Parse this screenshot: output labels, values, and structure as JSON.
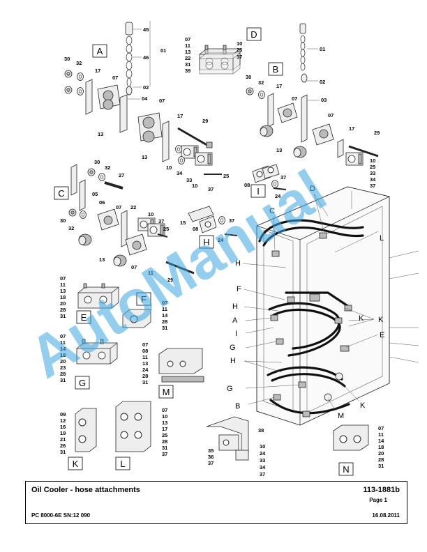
{
  "document": {
    "title": "Oil Cooler - hose attachments",
    "doc_number": "113-1881b",
    "page": "Page 1",
    "model": "PC 8000-6E SN:12 090",
    "date": "16.08.2011"
  },
  "watermark": "AutoManual",
  "groups": {
    "A": {
      "label": "A",
      "parts": [
        "45",
        "01",
        "46",
        "30",
        "32",
        "17",
        "07",
        "02",
        "04",
        "13",
        "07"
      ]
    },
    "B": {
      "label": "B",
      "parts": [
        "01",
        "02",
        "30",
        "32",
        "17",
        "07",
        "03",
        "13",
        "07",
        "17",
        "29",
        "10",
        "25",
        "33",
        "34",
        "37"
      ]
    },
    "C": {
      "label": "C",
      "parts": [
        "30",
        "32",
        "27",
        "05",
        "06",
        "07",
        "22",
        "30",
        "32",
        "13",
        "07",
        "11",
        "29"
      ]
    },
    "D": {
      "label": "D",
      "list_left": [
        "07",
        "11",
        "13",
        "22",
        "31",
        "39"
      ],
      "list_right": [
        "10",
        "25",
        "37"
      ]
    },
    "E": {
      "label": "E",
      "list": [
        "07",
        "11",
        "13",
        "18",
        "20",
        "28",
        "31"
      ]
    },
    "F": {
      "label": "F",
      "list": [
        "07",
        "11",
        "14",
        "28",
        "31"
      ]
    },
    "G": {
      "label": "G",
      "list": [
        "07",
        "11",
        "14",
        "18",
        "20",
        "23",
        "28",
        "31"
      ]
    },
    "H": {
      "label": "H",
      "parts": [
        "15",
        "08",
        "37",
        "24"
      ]
    },
    "I": {
      "label": "I",
      "parts": [
        "08",
        "37",
        "24"
      ]
    },
    "K": {
      "label": "K",
      "list": [
        "09",
        "12",
        "16",
        "19",
        "21",
        "26",
        "31"
      ]
    },
    "L": {
      "label": "L",
      "list": [
        "07",
        "10",
        "13",
        "17",
        "25",
        "28",
        "31",
        "37"
      ]
    },
    "M": {
      "label": "M",
      "list": [
        "07",
        "08",
        "11",
        "13",
        "24",
        "28",
        "31"
      ]
    },
    "N": {
      "label": "N",
      "list": [
        "07",
        "11",
        "14",
        "18",
        "20",
        "28",
        "31"
      ]
    },
    "bracket": {
      "left_list": [
        "35",
        "36",
        "37"
      ],
      "top": "38",
      "right_list": [
        "10",
        "24",
        "33",
        "34",
        "37"
      ]
    },
    "A_mid": {
      "parts": [
        "17",
        "29",
        "10",
        "34",
        "33",
        "10",
        "37",
        "25"
      ]
    },
    "C_mid": {
      "parts": [
        "10",
        "37",
        "25"
      ]
    }
  },
  "callouts": [
    "C",
    "D",
    "L",
    "H",
    "F",
    "H",
    "A",
    "I",
    "G",
    "H",
    "G",
    "B",
    "K",
    "K",
    "E",
    "K",
    "M"
  ]
}
